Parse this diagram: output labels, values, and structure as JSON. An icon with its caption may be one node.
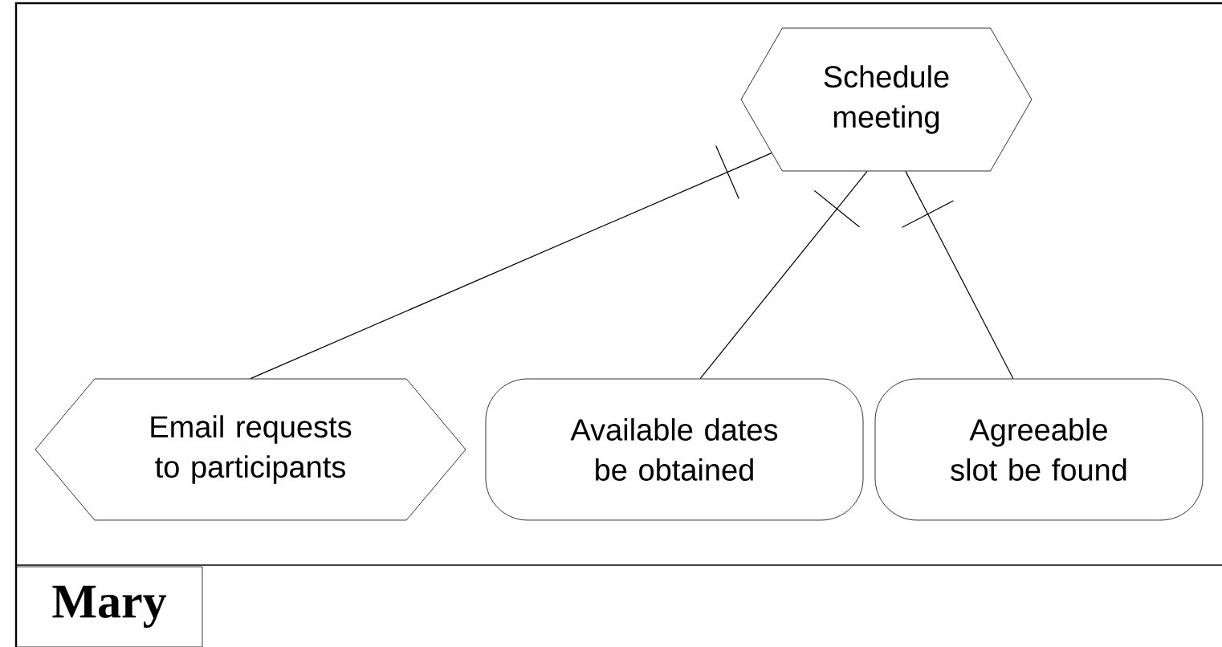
{
  "diagram": {
    "nodes": [
      {
        "text": [
          "Schedule meeting"
        ]
      },
      {
        "text": [
          "Email requests to participants"
        ]
      },
      {
        "text": [
          "Available dates be obtained"
        ]
      },
      {
        "text": [
          "Agreeable slot be found"
        ]
      },
      {
        "text": [
          "Mary"
        ]
      }
    ],
    "edges": [
      {
        "from": 0,
        "to": 1,
        "arrow": "none"
      },
      {
        "from": 0,
        "to": 2,
        "arrow": "none"
      },
      {
        "from": 0,
        "to": 3,
        "arrow": "none"
      }
    ]
  }
}
